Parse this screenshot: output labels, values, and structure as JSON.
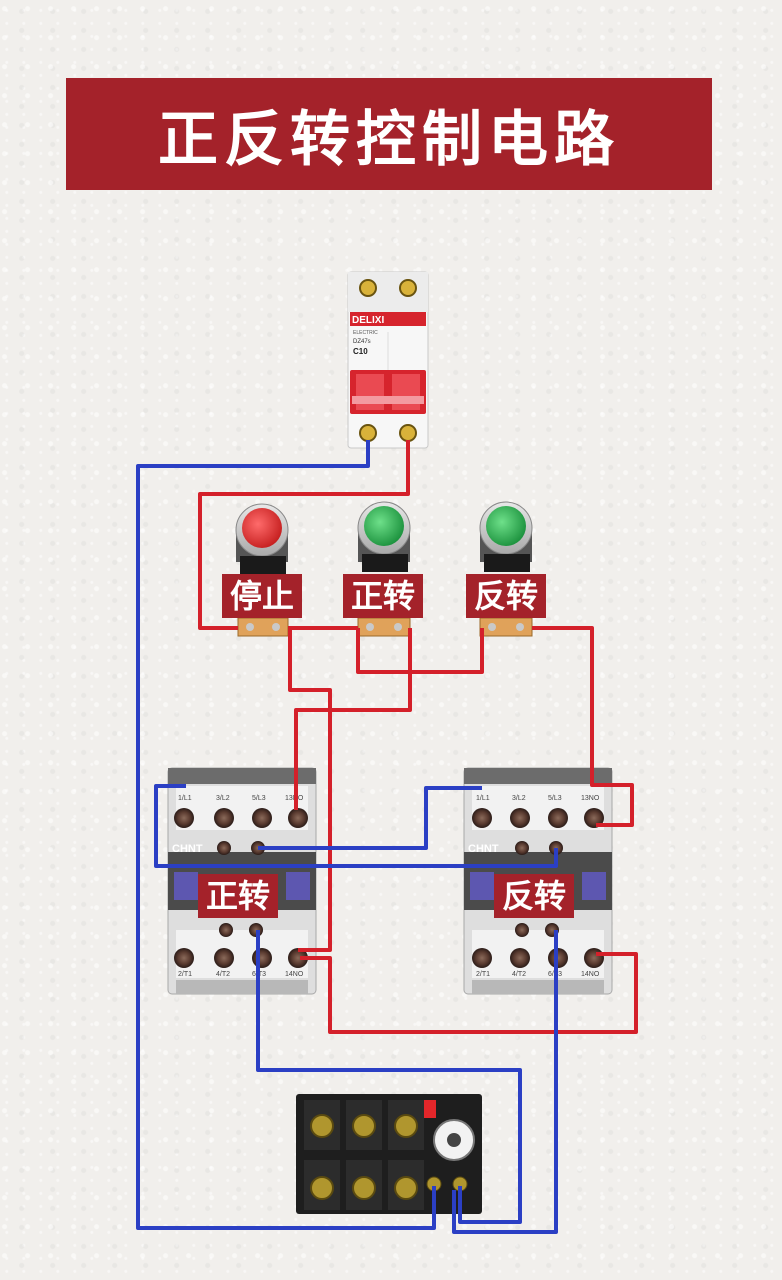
{
  "title": "正反转控制电路",
  "breaker": {
    "brand": "DELIXI",
    "subbrand": "ELECTRIC",
    "model": "DZ47s",
    "rating": "C10"
  },
  "buttons": [
    {
      "label": "停止",
      "color": "#e3262a"
    },
    {
      "label": "正转",
      "color": "#22a34a"
    },
    {
      "label": "反转",
      "color": "#22a34a"
    }
  ],
  "contactors": [
    {
      "label": "正转",
      "brand": "CHNT",
      "top_terminals": [
        "1/L1",
        "3/L2",
        "5/L3",
        "13NO"
      ],
      "bottom_terminals": [
        "2/T1",
        "4/T2",
        "6/T3",
        "14NO"
      ]
    },
    {
      "label": "反转",
      "brand": "CHNT",
      "top_terminals": [
        "1/L1",
        "3/L2",
        "5/L3",
        "13NO"
      ],
      "bottom_terminals": [
        "2/T1",
        "4/T2",
        "6/T3",
        "14NO"
      ]
    }
  ],
  "colors": {
    "banner": "#a4222a",
    "live_wire": "#d4202a",
    "neutral_wire": "#2b3fc4"
  }
}
